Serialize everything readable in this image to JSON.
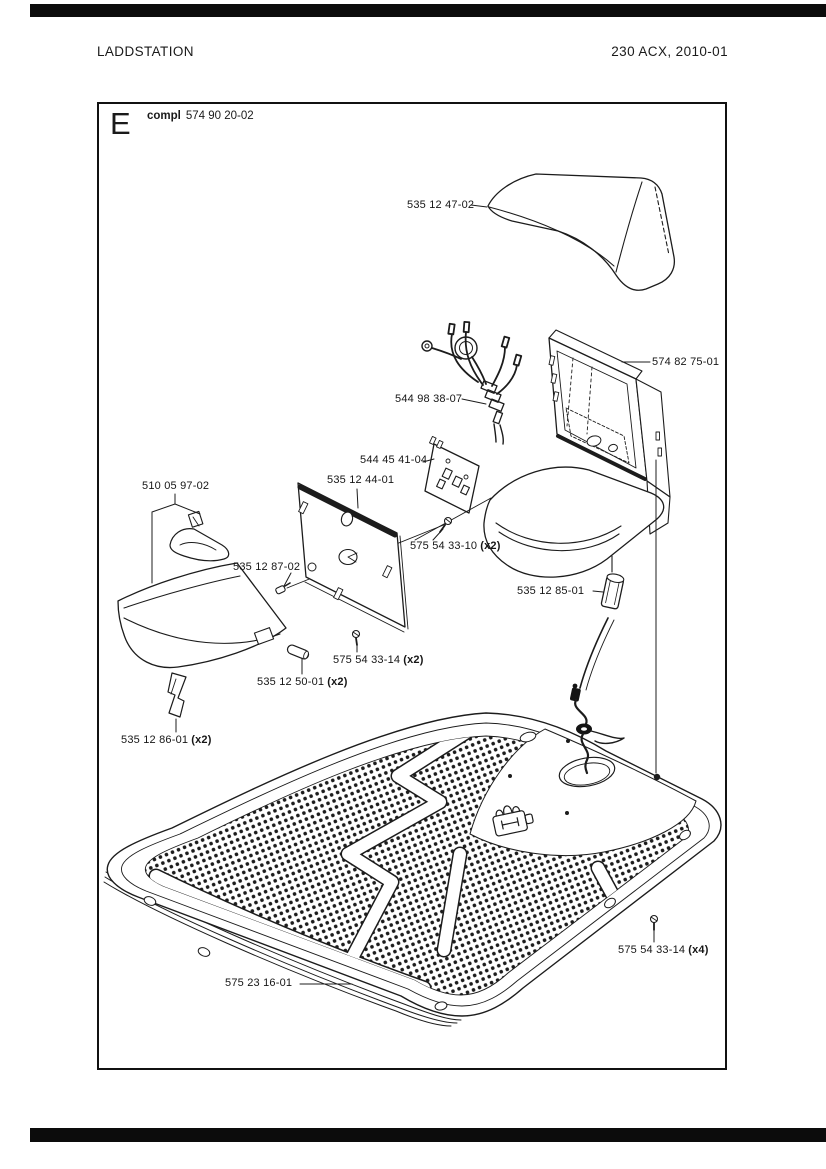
{
  "header": {
    "left": "LADDSTATION",
    "right": "230 ACX, 2010-01"
  },
  "section": {
    "letter": "E",
    "assembly_prefix": "compl",
    "assembly_number": "574 90 20-02"
  },
  "parts": [
    {
      "number": "535 12 47-02",
      "qty": ""
    },
    {
      "number": "574 82 75-01",
      "qty": ""
    },
    {
      "number": "544 98 38-07",
      "qty": ""
    },
    {
      "number": "544 45 41-04",
      "qty": ""
    },
    {
      "number": "535 12 44-01",
      "qty": ""
    },
    {
      "number": "510 05 97-02",
      "qty": ""
    },
    {
      "number": "575 54 33-10",
      "qty": "(x2)"
    },
    {
      "number": "535 12 87-02",
      "qty": ""
    },
    {
      "number": "535 12 85-01",
      "qty": ""
    },
    {
      "number": "575 54 33-14",
      "qty": "(x2)"
    },
    {
      "number": "535 12 50-01",
      "qty": "(x2)"
    },
    {
      "number": "535 12 86-01",
      "qty": "(x2)"
    },
    {
      "number": "575 54 33-14",
      "qty": "(x4)"
    },
    {
      "number": "575 23 16-01",
      "qty": ""
    }
  ],
  "colors": {
    "line": "#1c1c1c",
    "background": "#ffffff",
    "scan_bar": "#0c0c0c"
  }
}
